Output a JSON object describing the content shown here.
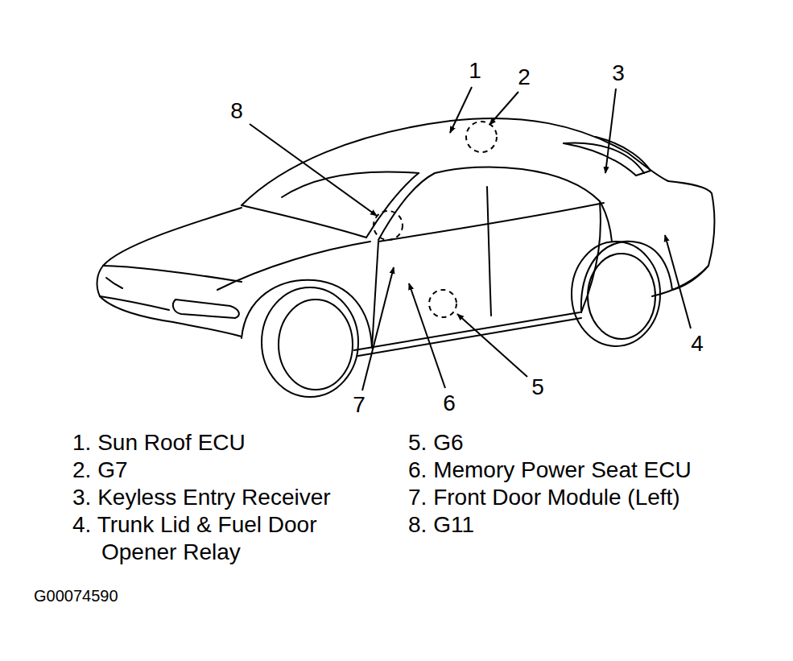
{
  "diagram": {
    "labels": [
      "1",
      "2",
      "3",
      "4",
      "5",
      "6",
      "7",
      "8",
      "1. Sun Roof ECU",
      "2. G7",
      "3. Keyless Entry Receiver",
      "4. Trunk Lid & Fuel Door Opener Relay",
      "5. G6",
      "6. Memory Power Seat ECU",
      "7. Front Door Module (Left)",
      "8. G11",
      "G00074590"
    ]
  }
}
